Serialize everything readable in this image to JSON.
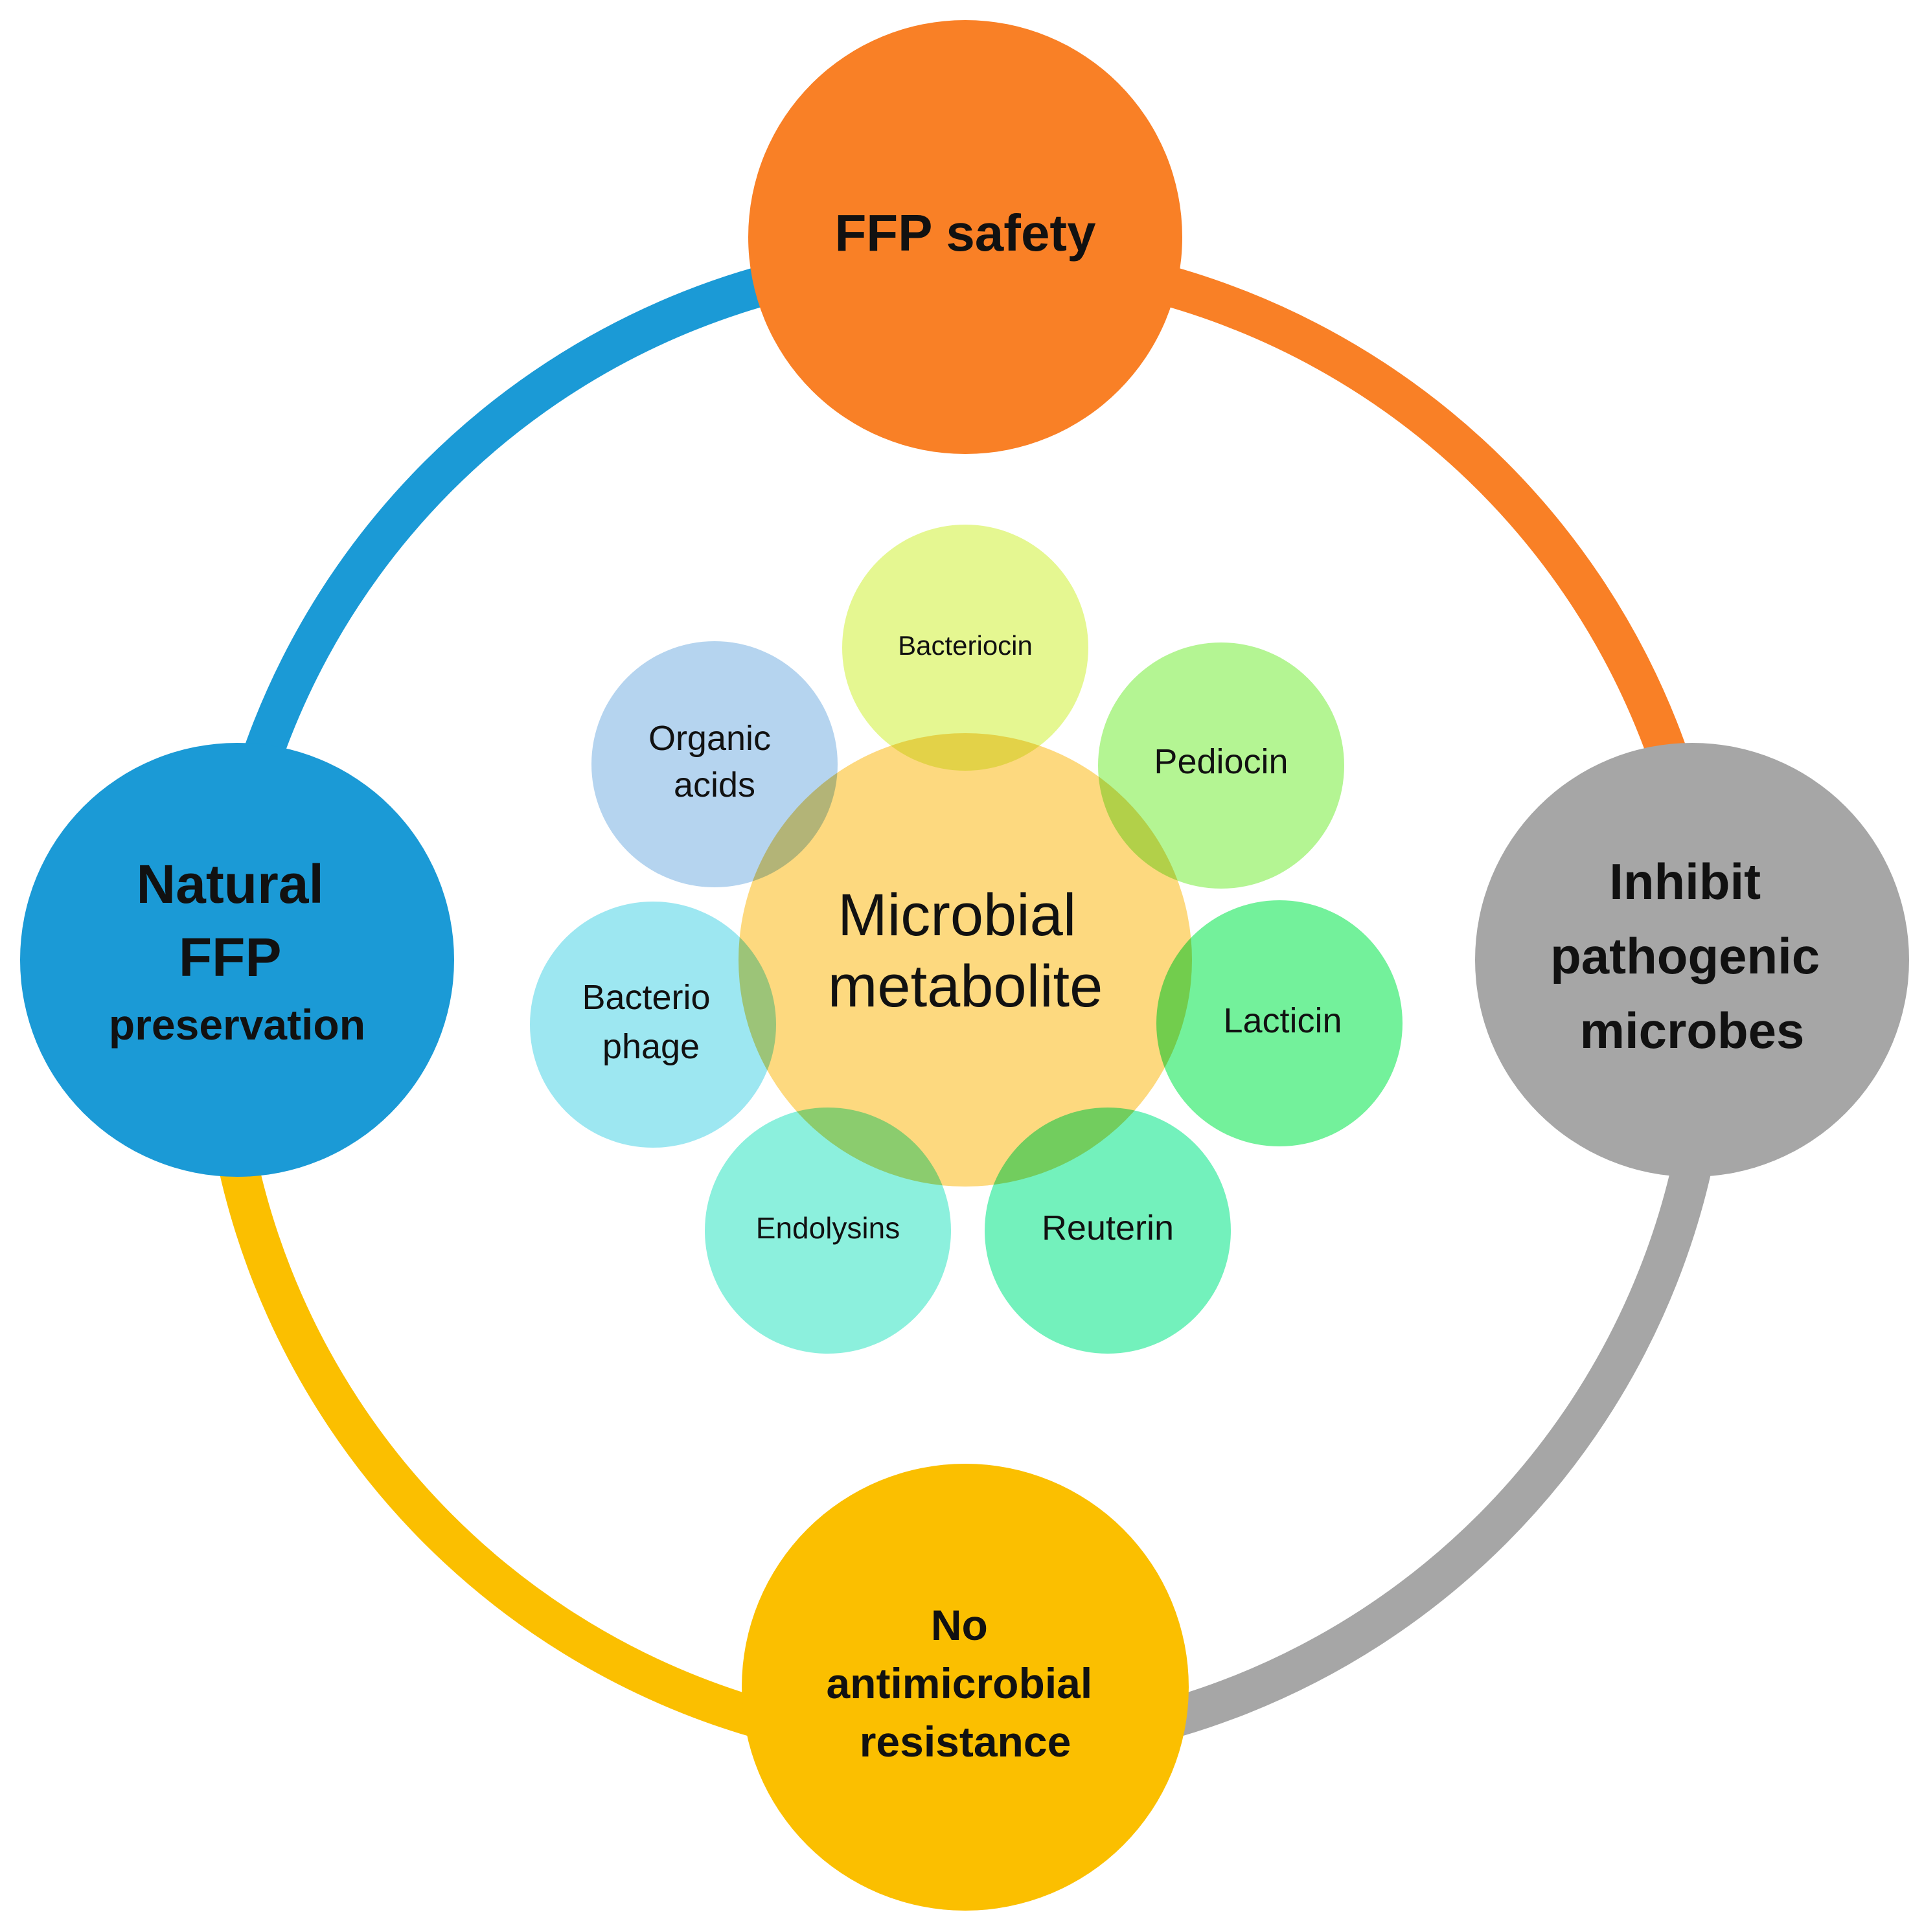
{
  "colors": {
    "safety": "#F98026",
    "inhibit": "#A6A6A6",
    "resistance": "#FBBF00",
    "preservation": "#1B9AD6",
    "center": "#FDD97F",
    "bacteriocin": "#E1F67E",
    "pediocin": "#A7F380",
    "lacticin": "#5BEE8A",
    "reuterin": "#5BEEB0",
    "endolysins": "#78EDD7",
    "bacteriophage": "#8CE3EE",
    "organic_acids": "#A8CCEC"
  },
  "outer": {
    "safety": {
      "lines": [
        "FFP safety"
      ]
    },
    "inhibit": {
      "lines": [
        "Inhibit",
        "pathogenic",
        "microbes"
      ]
    },
    "resistance": {
      "lines": [
        "No",
        "antimicrobial",
        "resistance"
      ]
    },
    "preservation": {
      "lines": [
        "Natural",
        "FFP",
        "preservation"
      ]
    }
  },
  "center": {
    "lines": [
      "Microbial",
      "metabolite"
    ]
  },
  "petals": {
    "bacteriocin": {
      "lines": [
        "Bacteriocin"
      ]
    },
    "pediocin": {
      "lines": [
        "Pediocin"
      ]
    },
    "lacticin": {
      "lines": [
        "Lacticin"
      ]
    },
    "reuterin": {
      "lines": [
        "Reuterin"
      ]
    },
    "endolysins": {
      "lines": [
        "Endolysins"
      ]
    },
    "bacteriophage": {
      "lines": [
        "Bacterio",
        "phage"
      ]
    },
    "organic_acids": {
      "lines": [
        "Organic",
        "acids"
      ]
    }
  }
}
